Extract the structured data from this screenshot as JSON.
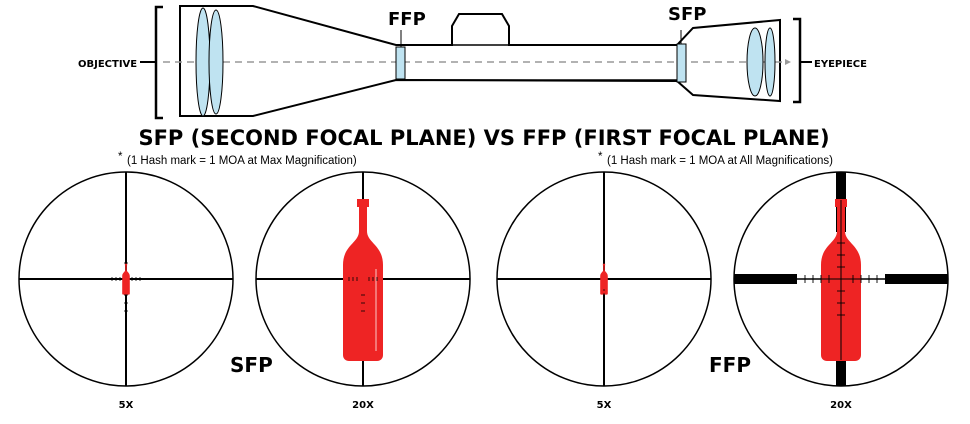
{
  "scope": {
    "objective_label": "OBJECTIVE",
    "eyepiece_label": "EYEPIECE",
    "ffp_label": "FFP",
    "sfp_label": "SFP"
  },
  "title": "SFP (SECOND FOCAL PLANE) VS FFP (FIRST FOCAL PLANE)",
  "sfp_note": {
    "asterisk": "*",
    "text": "(1 Hash mark = 1 MOA at Max Magnification)"
  },
  "ffp_note": {
    "asterisk": "*",
    "text": "(1 Hash mark = 1 MOA at All Magnifications)"
  },
  "sfp_group_label": "SFP",
  "ffp_group_label": "FFP",
  "reticles": [
    {
      "magnification_label": "5X"
    },
    {
      "magnification_label": "20X"
    },
    {
      "magnification_label": "5X"
    },
    {
      "magnification_label": "20X"
    }
  ],
  "colors": {
    "bottle": "#ee2424",
    "lens": "#bfe3f1",
    "axis": "#999999",
    "ink": "#000000"
  }
}
